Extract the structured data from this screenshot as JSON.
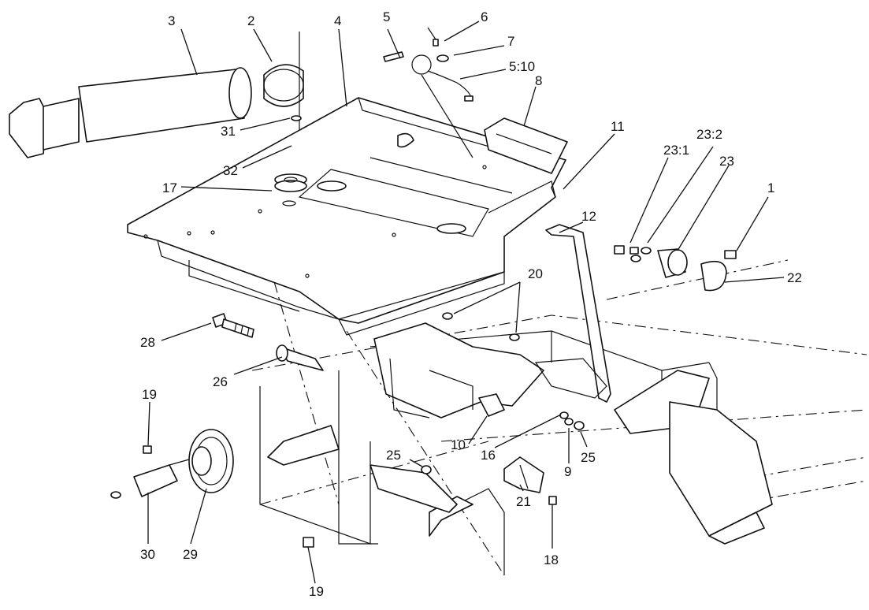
{
  "callouts": [
    {
      "id": "c-3",
      "text": "3"
    },
    {
      "id": "c-2",
      "text": "2"
    },
    {
      "id": "c-4",
      "text": "4"
    },
    {
      "id": "c-5",
      "text": "5"
    },
    {
      "id": "c-6",
      "text": "6"
    },
    {
      "id": "c-7",
      "text": "7"
    },
    {
      "id": "c-5-10",
      "text": "5:10"
    },
    {
      "id": "c-8",
      "text": "8"
    },
    {
      "id": "c-11",
      "text": "11"
    },
    {
      "id": "c-23-2",
      "text": "23:2"
    },
    {
      "id": "c-23-1",
      "text": "23:1"
    },
    {
      "id": "c-23",
      "text": "23"
    },
    {
      "id": "c-1",
      "text": "1"
    },
    {
      "id": "c-12",
      "text": "12"
    },
    {
      "id": "c-22",
      "text": "22"
    },
    {
      "id": "c-31",
      "text": "31"
    },
    {
      "id": "c-32",
      "text": "32"
    },
    {
      "id": "c-17",
      "text": "17"
    },
    {
      "id": "c-20",
      "text": "20"
    },
    {
      "id": "c-28",
      "text": "28"
    },
    {
      "id": "c-26",
      "text": "26"
    },
    {
      "id": "c-19a",
      "text": "19"
    },
    {
      "id": "c-10",
      "text": "10"
    },
    {
      "id": "c-16",
      "text": "16"
    },
    {
      "id": "c-9",
      "text": "9"
    },
    {
      "id": "c-25a",
      "text": "25"
    },
    {
      "id": "c-25b",
      "text": "25"
    },
    {
      "id": "c-21",
      "text": "21"
    },
    {
      "id": "c-18",
      "text": "18"
    },
    {
      "id": "c-30",
      "text": "30"
    },
    {
      "id": "c-29",
      "text": "29"
    },
    {
      "id": "c-19b",
      "text": "19"
    }
  ]
}
